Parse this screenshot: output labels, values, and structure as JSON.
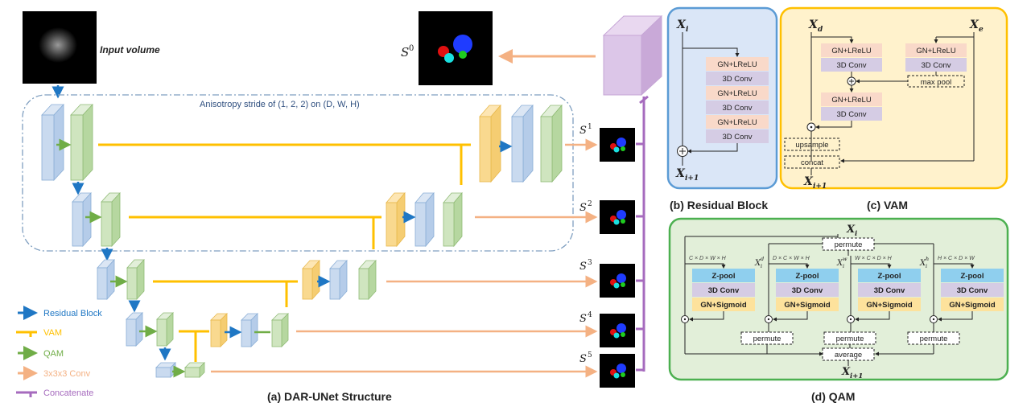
{
  "a": {
    "input_volume": "Input volume",
    "anisotropy": "Anisotropy stride of (1, 2, 2) on (D, W, H)",
    "caption": "(a) DAR-UNet Structure",
    "outputs": [
      "S",
      "S",
      "S",
      "S",
      "S",
      "S"
    ],
    "output_sups": [
      "0",
      "1",
      "2",
      "3",
      "4",
      "5"
    ],
    "legend": [
      "Residual Block",
      "VAM",
      "QAM",
      "3x3x3 Conv",
      "Concatenate"
    ]
  },
  "b": {
    "x_in": "X",
    "x_in_sub": "i",
    "x_out": "X",
    "x_out_sub": "i+1",
    "gn": "GN+LReLU",
    "conv": "3D Conv",
    "caption": "(b) Residual Block"
  },
  "c": {
    "xd": "X",
    "xd_sub": "d",
    "xe": "X",
    "xe_sub": "e",
    "gn": "GN+LReLU",
    "conv": "3D Conv",
    "maxpool": "max pool",
    "upsample": "upsample",
    "concat": "concat",
    "x_out": "X",
    "x_out_sub": "i+1",
    "caption": "(c) VAM"
  },
  "d": {
    "x_in": "X",
    "x_in_sub": "i",
    "permute": "permute",
    "average": "average",
    "x_out": "X",
    "x_out_sub": "i+1",
    "zpool": "Z-pool",
    "conv": "3D Conv",
    "gnsig": "GN+Sigmoid",
    "dims": [
      "C × D × W × H",
      "D × C × W × H",
      "W × C × D × H",
      "H × C × D × W"
    ],
    "branch_x": [
      "",
      "X",
      "X",
      "X"
    ],
    "branch_sup": [
      "",
      "d",
      "w",
      "h"
    ],
    "branch_sub": [
      "",
      "i",
      "i",
      "i"
    ],
    "caption": "(d) QAM"
  },
  "colors": {
    "blue": "#1f77c4",
    "yellow": "#ffc000",
    "green": "#70ad47",
    "orange": "#f4b183",
    "purple": "#a66bbe",
    "res_bg": "#dae6f7",
    "res_border": "#5b9bd5",
    "vam_bg": "#fff2cc",
    "vam_border": "#ffc000",
    "qam_bg": "#e2efd9",
    "qam_border": "#4cb050"
  }
}
